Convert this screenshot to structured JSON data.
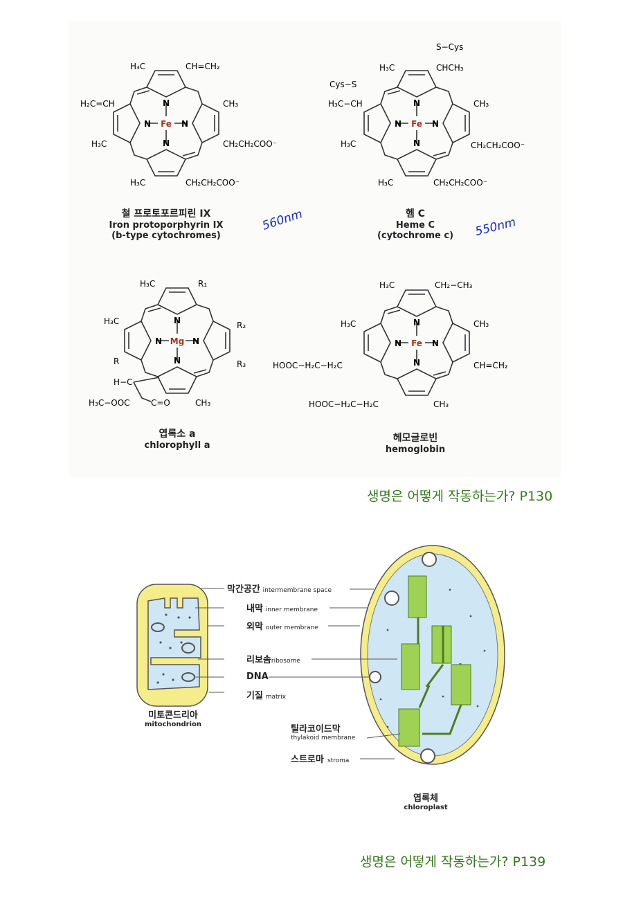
{
  "molecules": {
    "protoporphyrin": {
      "labels": {
        "tl": "H₃C",
        "tr": "CH=CH₂",
        "lt": "H₂C=CH",
        "lb": "H₃C",
        "rt": "CH₃",
        "rb": "CH₂CH₂COO⁻",
        "bl": "H₃C",
        "br": "CH₂CH₂COO⁻"
      },
      "center": "Fe",
      "name_ko": "철 프로토포르피린 IX",
      "name_en": "Iron protoporphyrin IX",
      "sub_en": "(b-type cytochromes)"
    },
    "heme_c": {
      "labels": {
        "top1": "S−Cys",
        "top2": "CHCH₃",
        "tl": "H₃C",
        "lt1": "Cys−S",
        "lt2": "H₃C−CH",
        "lb": "H₃C",
        "rt": "CH₃",
        "rb": "CH₂CH₂COO⁻",
        "bl": "H₃C",
        "br": "CH₂CH₂COO⁻"
      },
      "center": "Fe",
      "name_ko": "헴 C",
      "name_en": "Heme C",
      "sub_en": "(cytochrome c)"
    },
    "chlorophyll": {
      "labels": {
        "tl": "H₃C",
        "tr": "R₁",
        "lt": "H₃C",
        "rt": "R₂",
        "lb": "R",
        "rb": "R₃",
        "hc": "H−C",
        "ester": "H₃C−OOC",
        "co": "C=O",
        "bm": "CH₃"
      },
      "center": "Mg",
      "name_ko": "엽록소 a",
      "name_en": "chlorophyll a"
    },
    "hemoglobin": {
      "labels": {
        "tl": "H₃C",
        "tr": "CH₂−CH₃",
        "lt": "H₃C",
        "rt": "CH₃",
        "lb": "HOOC−H₂C−H₂C",
        "rb": "CH=CH₂",
        "bl": "HOOC−H₂C−H₂C",
        "br": "CH₃"
      },
      "center": "Fe",
      "name_ko": "헤모글로빈",
      "name_en": "hemoglobin"
    }
  },
  "annotations": {
    "hand1": "560nm",
    "hand2": "550nm"
  },
  "reference1": "생명은 어떻게 작동하는가? P130",
  "organelles": {
    "labels": [
      {
        "ko": "막간공간",
        "en": "intermembrane space"
      },
      {
        "ko": "내막",
        "en": "inner membrane"
      },
      {
        "ko": "외막",
        "en": "outer membrane"
      },
      {
        "ko": "리보솜",
        "en": "ribosome"
      },
      {
        "ko": "DNA",
        "en": ""
      },
      {
        "ko": "기질",
        "en": "matrix"
      }
    ],
    "mito_ko": "미토콘드리아",
    "mito_en": "mitochondrion",
    "chloro_labels": [
      {
        "ko": "틸라코이드막",
        "en": "thylakoid membrane"
      },
      {
        "ko": "스트로마",
        "en": "stroma"
      }
    ],
    "chloro_ko": "엽록체",
    "chloro_en": "chloroplast"
  },
  "reference2": "생명은 어떻게 작동하는가? P139",
  "colors": {
    "reference": "#38761d",
    "handwriting": "#1a2bbf",
    "metal": "#a0341f",
    "membrane": "#f5ec8a",
    "matrix": "#cfe6f5",
    "thylakoid": "#7fb23c"
  }
}
